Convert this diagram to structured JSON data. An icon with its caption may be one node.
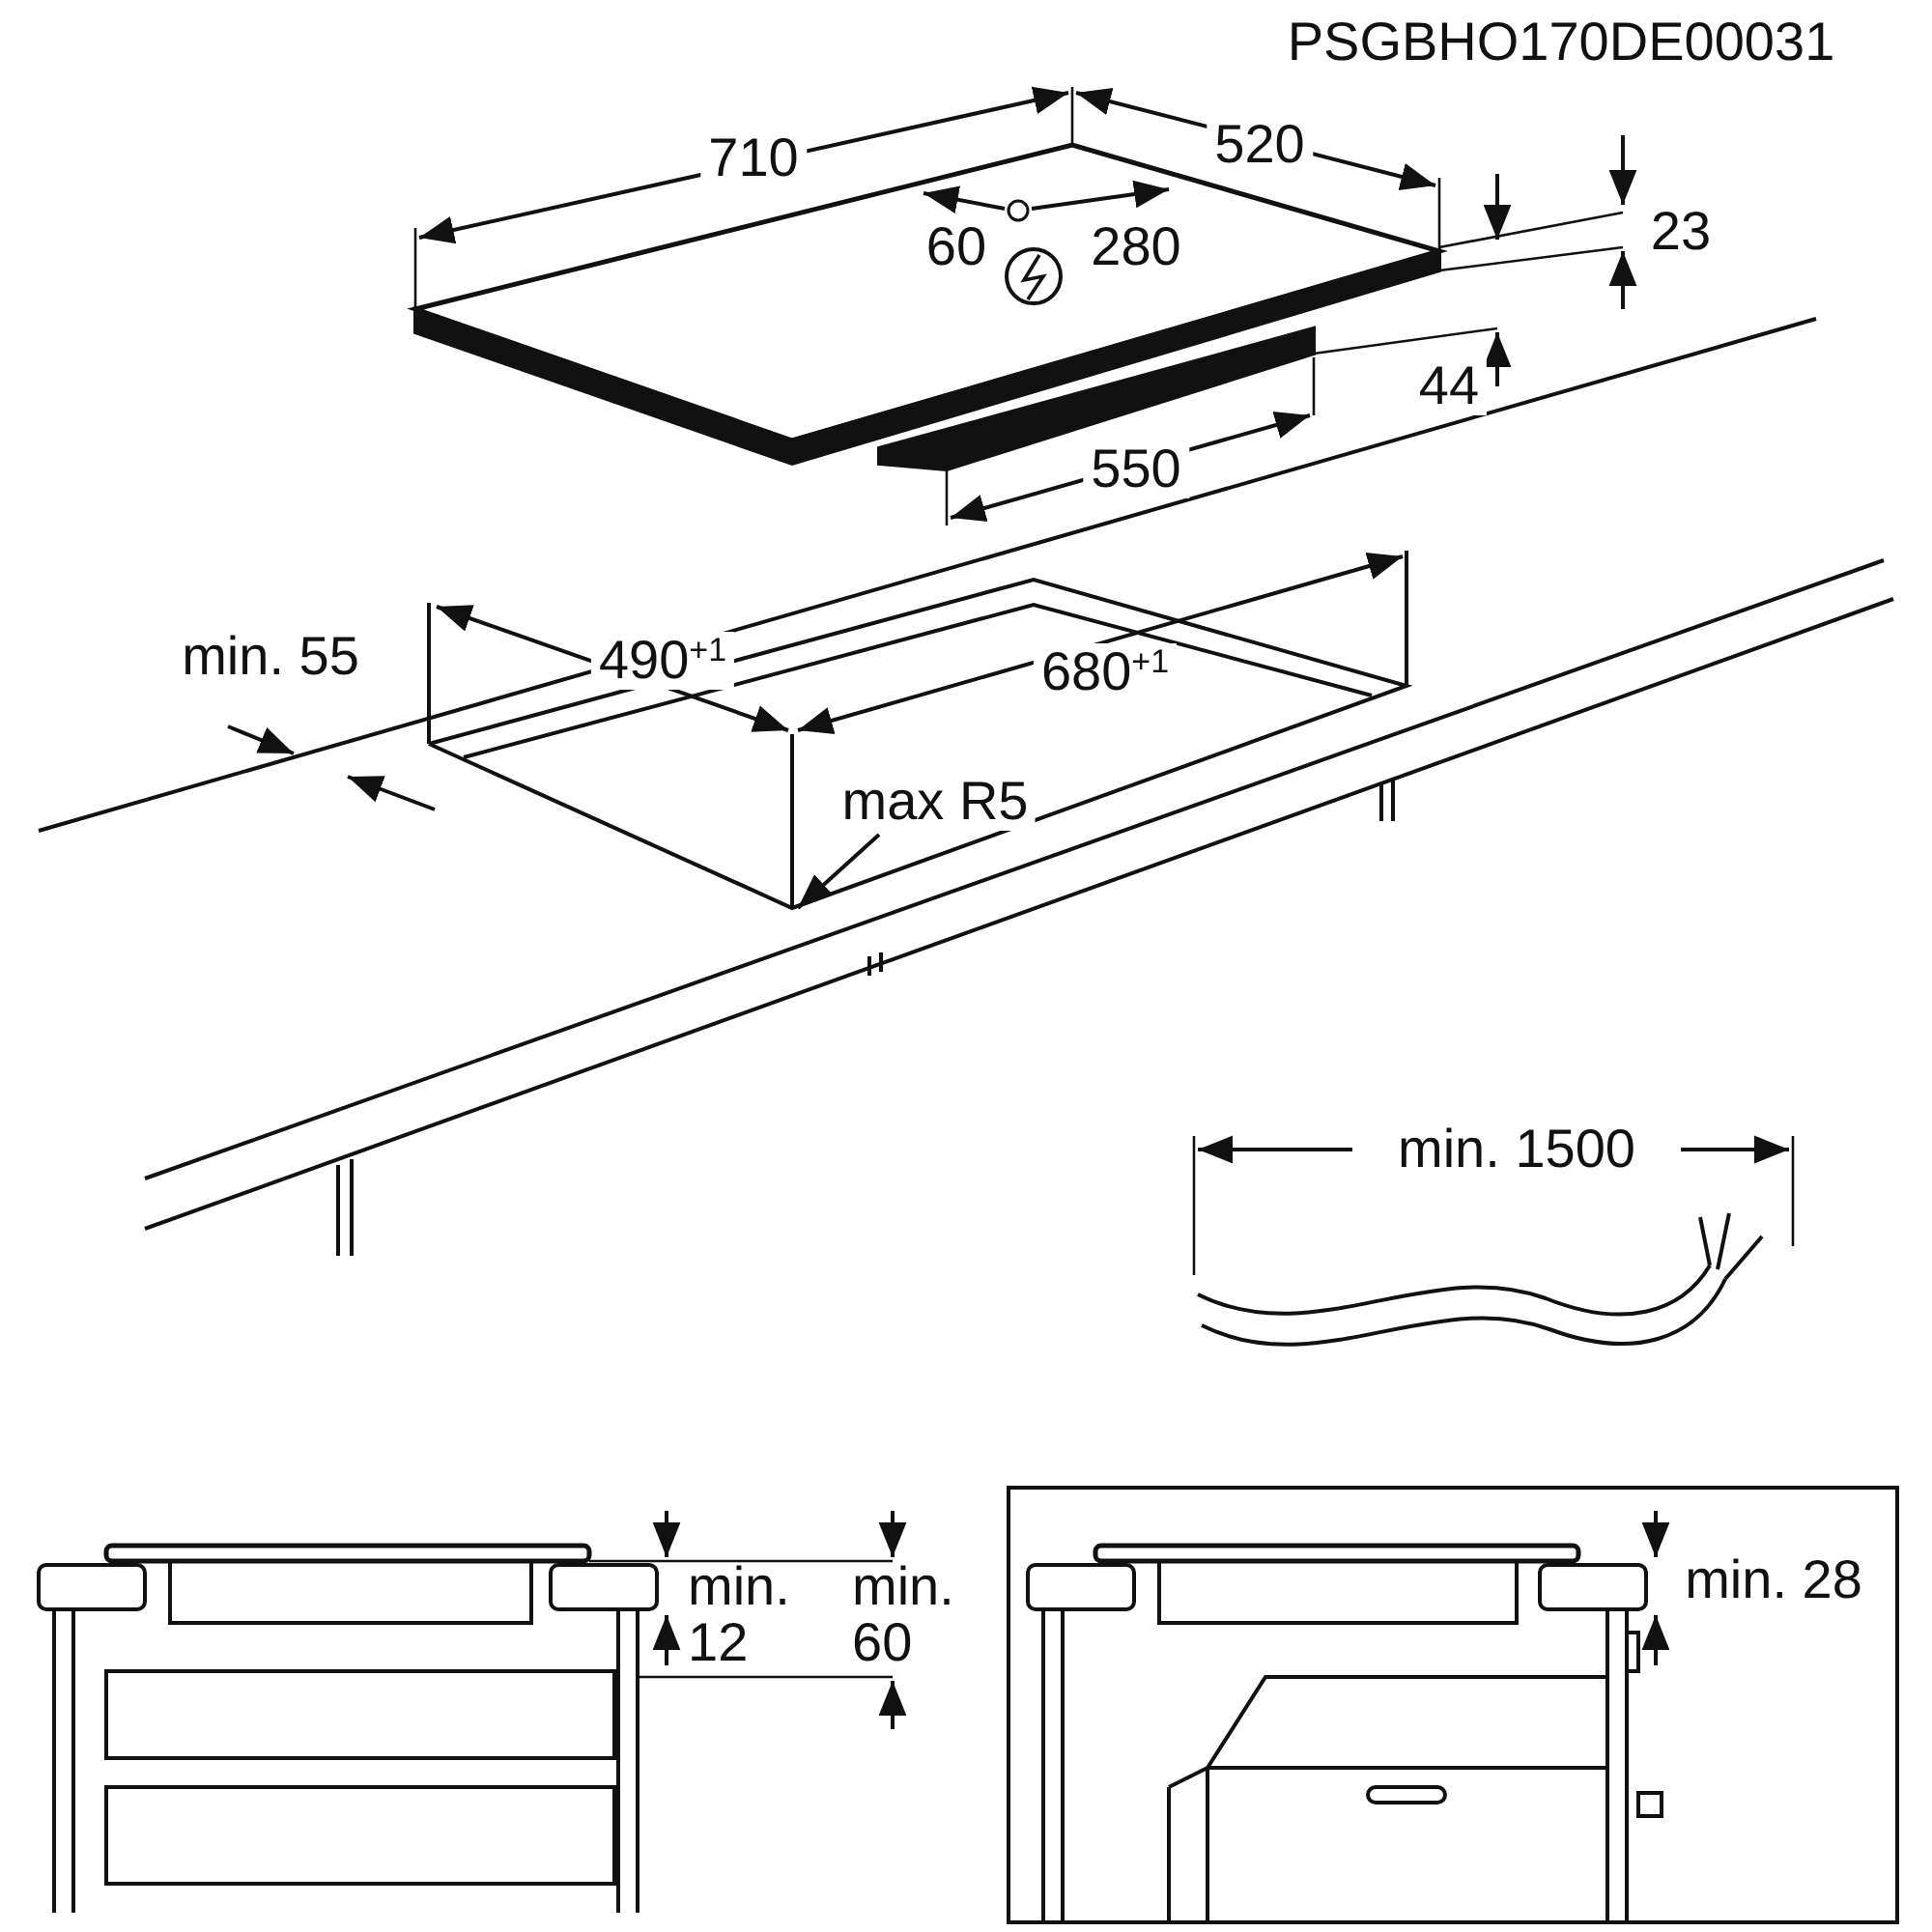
{
  "diagram": {
    "labels": [
      "PSGBHO170DE00031",
      "710",
      "520",
      "60",
      "280",
      "23",
      "44",
      "550",
      "min. 55",
      "490$^{+1}$",
      "680$^{+1}$",
      "max R5",
      "min. 1500",
      "min. 12",
      "min. 60",
      "min. 28"
    ]
  }
}
